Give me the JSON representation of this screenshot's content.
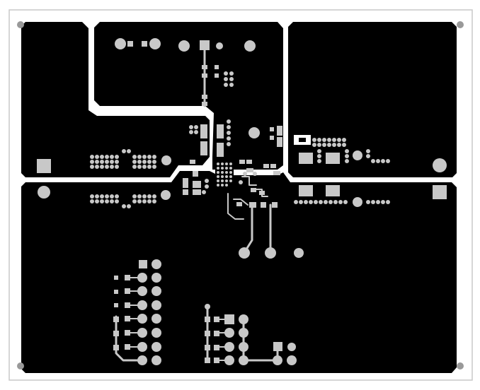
{
  "diagram": {
    "kind": "pcb-layer-view",
    "title": "",
    "colors": {
      "background": "#ffffff",
      "board_outline": "#c8c8c8",
      "copper_plane": "#000000",
      "pad": "#c8c8c8",
      "clearance": "#ffffff"
    },
    "planes": [
      "top-left-plane",
      "top-center-plane",
      "top-right-plane",
      "bottom-plane"
    ],
    "mounting_holes": 4
  }
}
